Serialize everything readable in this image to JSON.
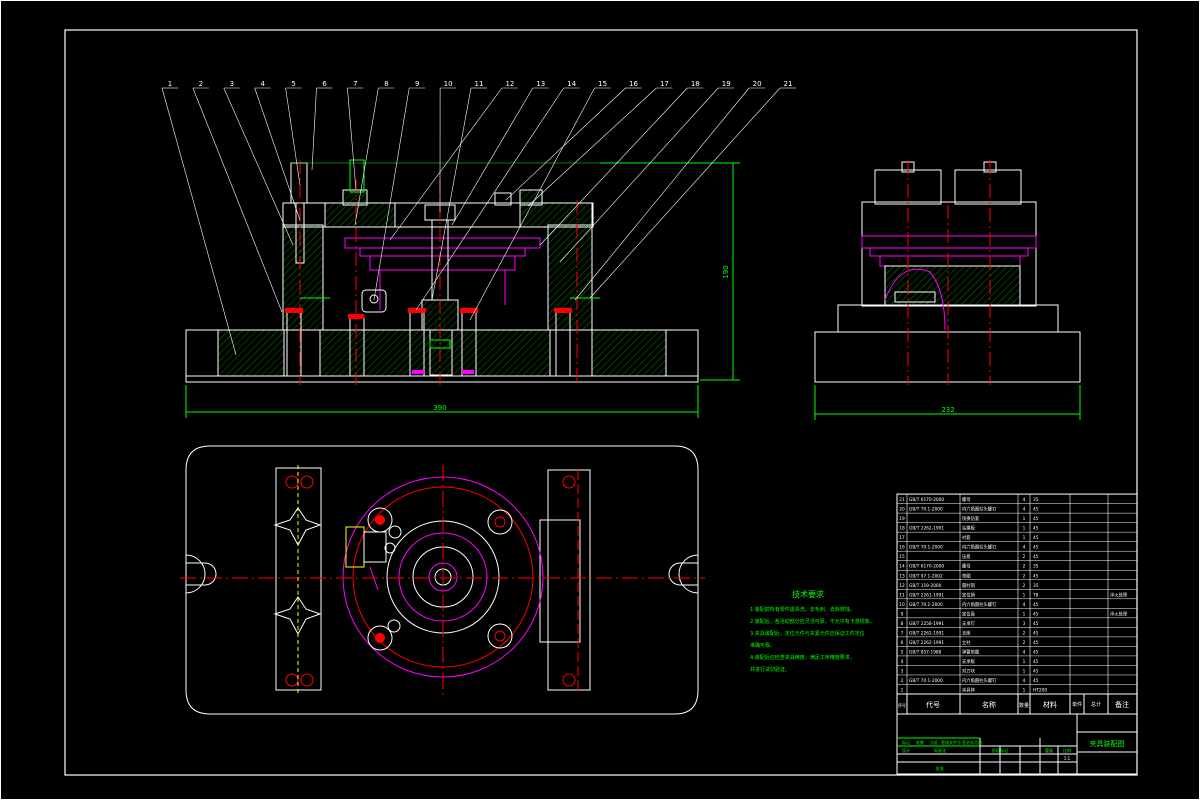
{
  "title_block": {
    "drawing_title": "夹具装配图"
  },
  "balloons": [
    "1",
    "2",
    "3",
    "4",
    "5",
    "6",
    "7",
    "8",
    "9",
    "10",
    "11",
    "12",
    "13",
    "14",
    "15",
    "16",
    "17",
    "18",
    "19",
    "20",
    "21"
  ],
  "dimensions": {
    "front_width": "390",
    "front_height": "190",
    "side_width": "232"
  },
  "tech_notes": {
    "heading": "技术要求",
    "lines": [
      "1.装配前所有零件需清洗、去毛刺、去除锈蚀。",
      "2.装配后，各活动部分应灵活可靠，不允许有卡滞现象。",
      "3.夹具装配后，定位元件与夹紧元件应保证工件定位",
      "准确可靠。",
      "4.装配后应检查夹具精度，满足工序精度要求，",
      "并进行试切验证。"
    ]
  },
  "bom_header": {
    "index": "序号",
    "code": "代号",
    "name": "名称",
    "qty": "数量",
    "material": "材料",
    "unit_weight": "单件",
    "total_weight": "总计",
    "weight": "重量",
    "remark": "备注"
  },
  "bom_rows": [
    {
      "no": "21",
      "code": "GB/T 6170-2000",
      "name": "螺母",
      "qty": "4",
      "mat": "35",
      "remark": ""
    },
    {
      "no": "20",
      "code": "GB/T 70.1-2000",
      "name": "内六角圆柱头螺钉",
      "qty": "4",
      "mat": "45",
      "remark": ""
    },
    {
      "no": "19",
      "code": "",
      "name": "快换钻套",
      "qty": "1",
      "mat": "45",
      "remark": ""
    },
    {
      "no": "18",
      "code": "GB/T 2262-1991",
      "name": "钻模板",
      "qty": "1",
      "mat": "45",
      "remark": ""
    },
    {
      "no": "17",
      "code": "",
      "name": "衬套",
      "qty": "1",
      "mat": "45",
      "remark": ""
    },
    {
      "no": "16",
      "code": "GB/T 70.1-2000",
      "name": "内六角圆柱头螺钉",
      "qty": "4",
      "mat": "45",
      "remark": ""
    },
    {
      "no": "15",
      "code": "",
      "name": "压板",
      "qty": "2",
      "mat": "45",
      "remark": ""
    },
    {
      "no": "14",
      "code": "GB/T 6170-2000",
      "name": "螺母",
      "qty": "2",
      "mat": "35",
      "remark": ""
    },
    {
      "no": "13",
      "code": "GB/T 97.1-2002",
      "name": "垫圈",
      "qty": "2",
      "mat": "45",
      "remark": ""
    },
    {
      "no": "12",
      "code": "GB/T 119-2000",
      "name": "圆柱销",
      "qty": "2",
      "mat": "35",
      "remark": ""
    },
    {
      "no": "11",
      "code": "GB/T 2261-1991",
      "name": "定位销",
      "qty": "1",
      "mat": "T8",
      "remark": "淬火处理"
    },
    {
      "no": "10",
      "code": "GB/T 70.1-2000",
      "name": "内六角圆柱头螺钉",
      "qty": "4",
      "mat": "45",
      "remark": ""
    },
    {
      "no": "9",
      "code": "",
      "name": "定位盘",
      "qty": "1",
      "mat": "45",
      "remark": "淬火处理"
    },
    {
      "no": "8",
      "code": "GB/T 2258-1991",
      "name": "支承钉",
      "qty": "3",
      "mat": "45",
      "remark": ""
    },
    {
      "no": "7",
      "code": "GB/T 2262-1991",
      "name": "支座",
      "qty": "2",
      "mat": "45",
      "remark": ""
    },
    {
      "no": "6",
      "code": "GB/T 2262-1991",
      "name": "立柱",
      "qty": "2",
      "mat": "45",
      "remark": ""
    },
    {
      "no": "5",
      "code": "GB/T 857-1988",
      "name": "弹簧垫圈",
      "qty": "4",
      "mat": "45",
      "remark": ""
    },
    {
      "no": "4",
      "code": "",
      "name": "支承板",
      "qty": "1",
      "mat": "45",
      "remark": ""
    },
    {
      "no": "3",
      "code": "",
      "name": "对刀块",
      "qty": "1",
      "mat": "45",
      "remark": ""
    },
    {
      "no": "2",
      "code": "GB/T 70.1-2000",
      "name": "内六角圆柱头螺钉",
      "qty": "4",
      "mat": "45",
      "remark": ""
    },
    {
      "no": "1",
      "code": "",
      "name": "夹具体",
      "qty": "1",
      "mat": "HT200",
      "remark": ""
    }
  ],
  "title_cells": {
    "mark": "标记",
    "count": "处数",
    "zone": "分区",
    "doc": "更改文件号",
    "sign": "签名",
    "date": "年月日",
    "design": "设计",
    "standard": "标准化",
    "stage": "阶段标记",
    "weight": "重量",
    "scale": "比例",
    "scale_val": "1:1",
    "approve": "批准"
  }
}
